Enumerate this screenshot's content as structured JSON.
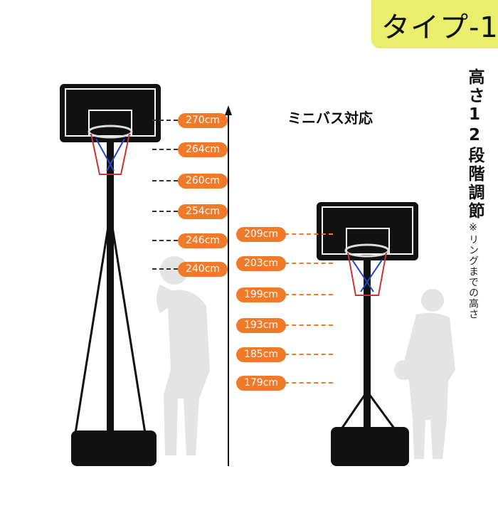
{
  "badge": {
    "label": "タイプ-1",
    "color": "#e9ee6c"
  },
  "side_title": {
    "main": "高さ12段階調節",
    "note": "※リングまでの高さ"
  },
  "mini_label": "ミニバス対応",
  "accent_color": "#f07a2a",
  "left_heights": [
    "270cm",
    "264cm",
    "260cm",
    "254cm",
    "246cm",
    "240cm"
  ],
  "right_heights": [
    "209cm",
    "203cm",
    "199cm",
    "193cm",
    "185cm",
    "179cm"
  ]
}
